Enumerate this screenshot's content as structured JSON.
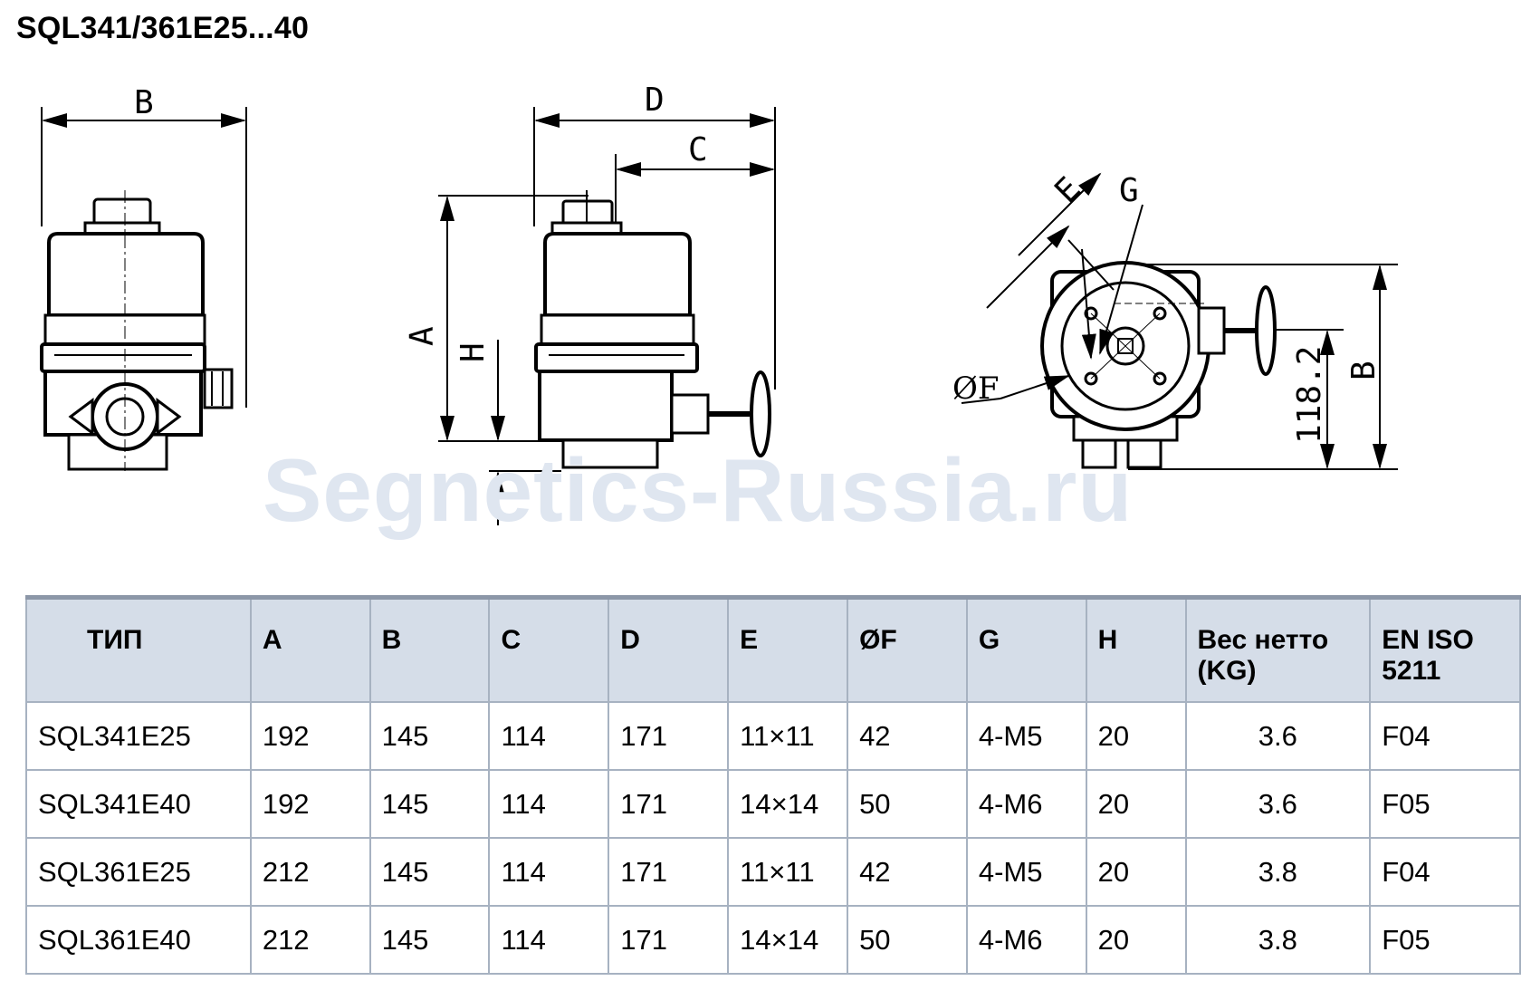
{
  "title": "SQL341/361E25...40",
  "watermark": "Segnetics-Russia.ru",
  "drawing_labels": {
    "B_front": "B",
    "D": "D",
    "C": "C",
    "A": "A",
    "H": "H",
    "E": "E",
    "G": "G",
    "F": "ØF",
    "dim_118": "118.2",
    "B_side": "B"
  },
  "table": {
    "headers": [
      "ТИП",
      "A",
      "B",
      "C",
      "D",
      "E",
      "ØF",
      "G",
      "H",
      "Вес нетто (KG)",
      "EN ISO 5211"
    ],
    "rows": [
      [
        "SQL341E25",
        "192",
        "145",
        "114",
        "171",
        "11×11",
        "42",
        "4-M5",
        "20",
        "3.6",
        "F04"
      ],
      [
        "SQL341E40",
        "192",
        "145",
        "114",
        "171",
        "14×14",
        "50",
        "4-M6",
        "20",
        "3.6",
        "F05"
      ],
      [
        "SQL361E25",
        "212",
        "145",
        "114",
        "171",
        "11×11",
        "42",
        "4-M5",
        "20",
        "3.8",
        "F04"
      ],
      [
        "SQL361E40",
        "212",
        "145",
        "114",
        "171",
        "14×14",
        "50",
        "4-M6",
        "20",
        "3.8",
        "F05"
      ]
    ]
  }
}
